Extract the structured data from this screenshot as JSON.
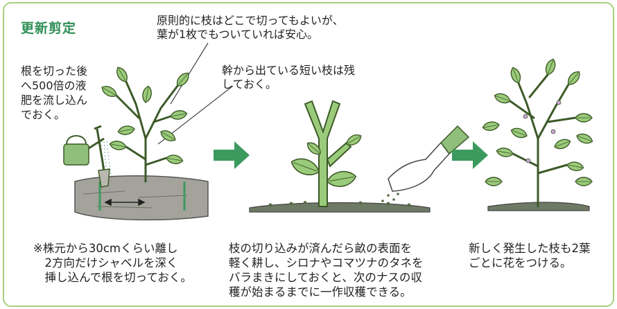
{
  "title": "更新剪定",
  "notes": {
    "pruning": "原則的に枝はどこで切ってもよいが、\n葉が1枚でもついていれば安心。",
    "fertilizer": "根を切った後\nへ500倍の液\n肥を流し込ん\nでおく。",
    "short_branches": "幹から出ている短い枝は残\nしておく。",
    "distance": "30cmくらい"
  },
  "captions": {
    "step1": "※株元から30cmくらい離し\n　2方向だけシャベルを深く\n　挿し込んで根を切っておく。",
    "step2": "枝の切り込みが済んだら畝の表面を\n軽く耕し、シロナやコマツナのタネを\nバラまきにしておくと、次のナスの収\n穫が始まるまでに一作収穫できる。",
    "step3": "新しく発生した枝も2葉\nごとに花をつける。"
  },
  "colors": {
    "frame": "#a8d07c",
    "title": "#2f8f57",
    "arrow": "#3c9a5f",
    "stem": "#3d5a28",
    "leaf": "#9acb7a",
    "soil": "#9a9a92"
  }
}
